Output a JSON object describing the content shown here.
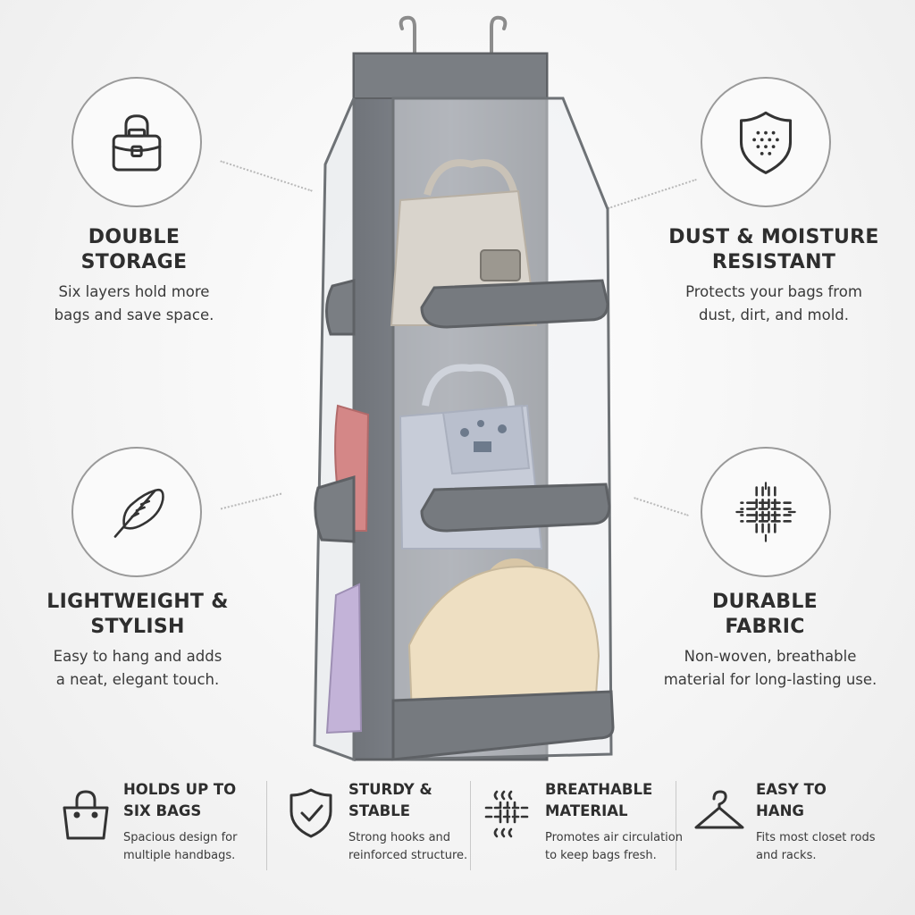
{
  "features": {
    "double_storage": {
      "icon": "handbag-icon",
      "title": "DOUBLE\nSTORAGE",
      "desc": "Six layers hold more\nbags and save space."
    },
    "dust_moisture": {
      "icon": "shield-icon",
      "title": "DUST & MOISTURE\nRESISTANT",
      "desc": "Protects your bags from\ndust, dirt, and mold."
    },
    "lightweight": {
      "icon": "feather-icon",
      "title": "LIGHTWEIGHT &\nSTYLISH",
      "desc": "Easy to hang and adds\na neat, elegant touch."
    },
    "durable": {
      "icon": "fabric-weave-icon",
      "title": "DURABLE\nFABRIC",
      "desc": "Non-woven, breathable\nmaterial for long-lasting use."
    }
  },
  "bottom": [
    {
      "icon": "handbag-icon",
      "title": "HOLDS UP TO\nSIX BAGS",
      "desc": "Spacious design for\nmultiple handbags."
    },
    {
      "icon": "shield-check-icon",
      "title": "STURDY &\nSTABLE",
      "desc": "Strong hooks and\nreinforced structure."
    },
    {
      "icon": "breathable-icon",
      "title": "BREATHABLE\nMATERIAL",
      "desc": "Promotes air circulation\nto keep bags fresh."
    },
    {
      "icon": "hanger-icon",
      "title": "EASY TO\nHANG",
      "desc": "Fits most closet rods\nand racks."
    }
  ],
  "colors": {
    "felt": "#7f8286",
    "felt_dark": "#6b6e72",
    "text": "#2e2e2e",
    "icon_stroke": "#333333"
  }
}
